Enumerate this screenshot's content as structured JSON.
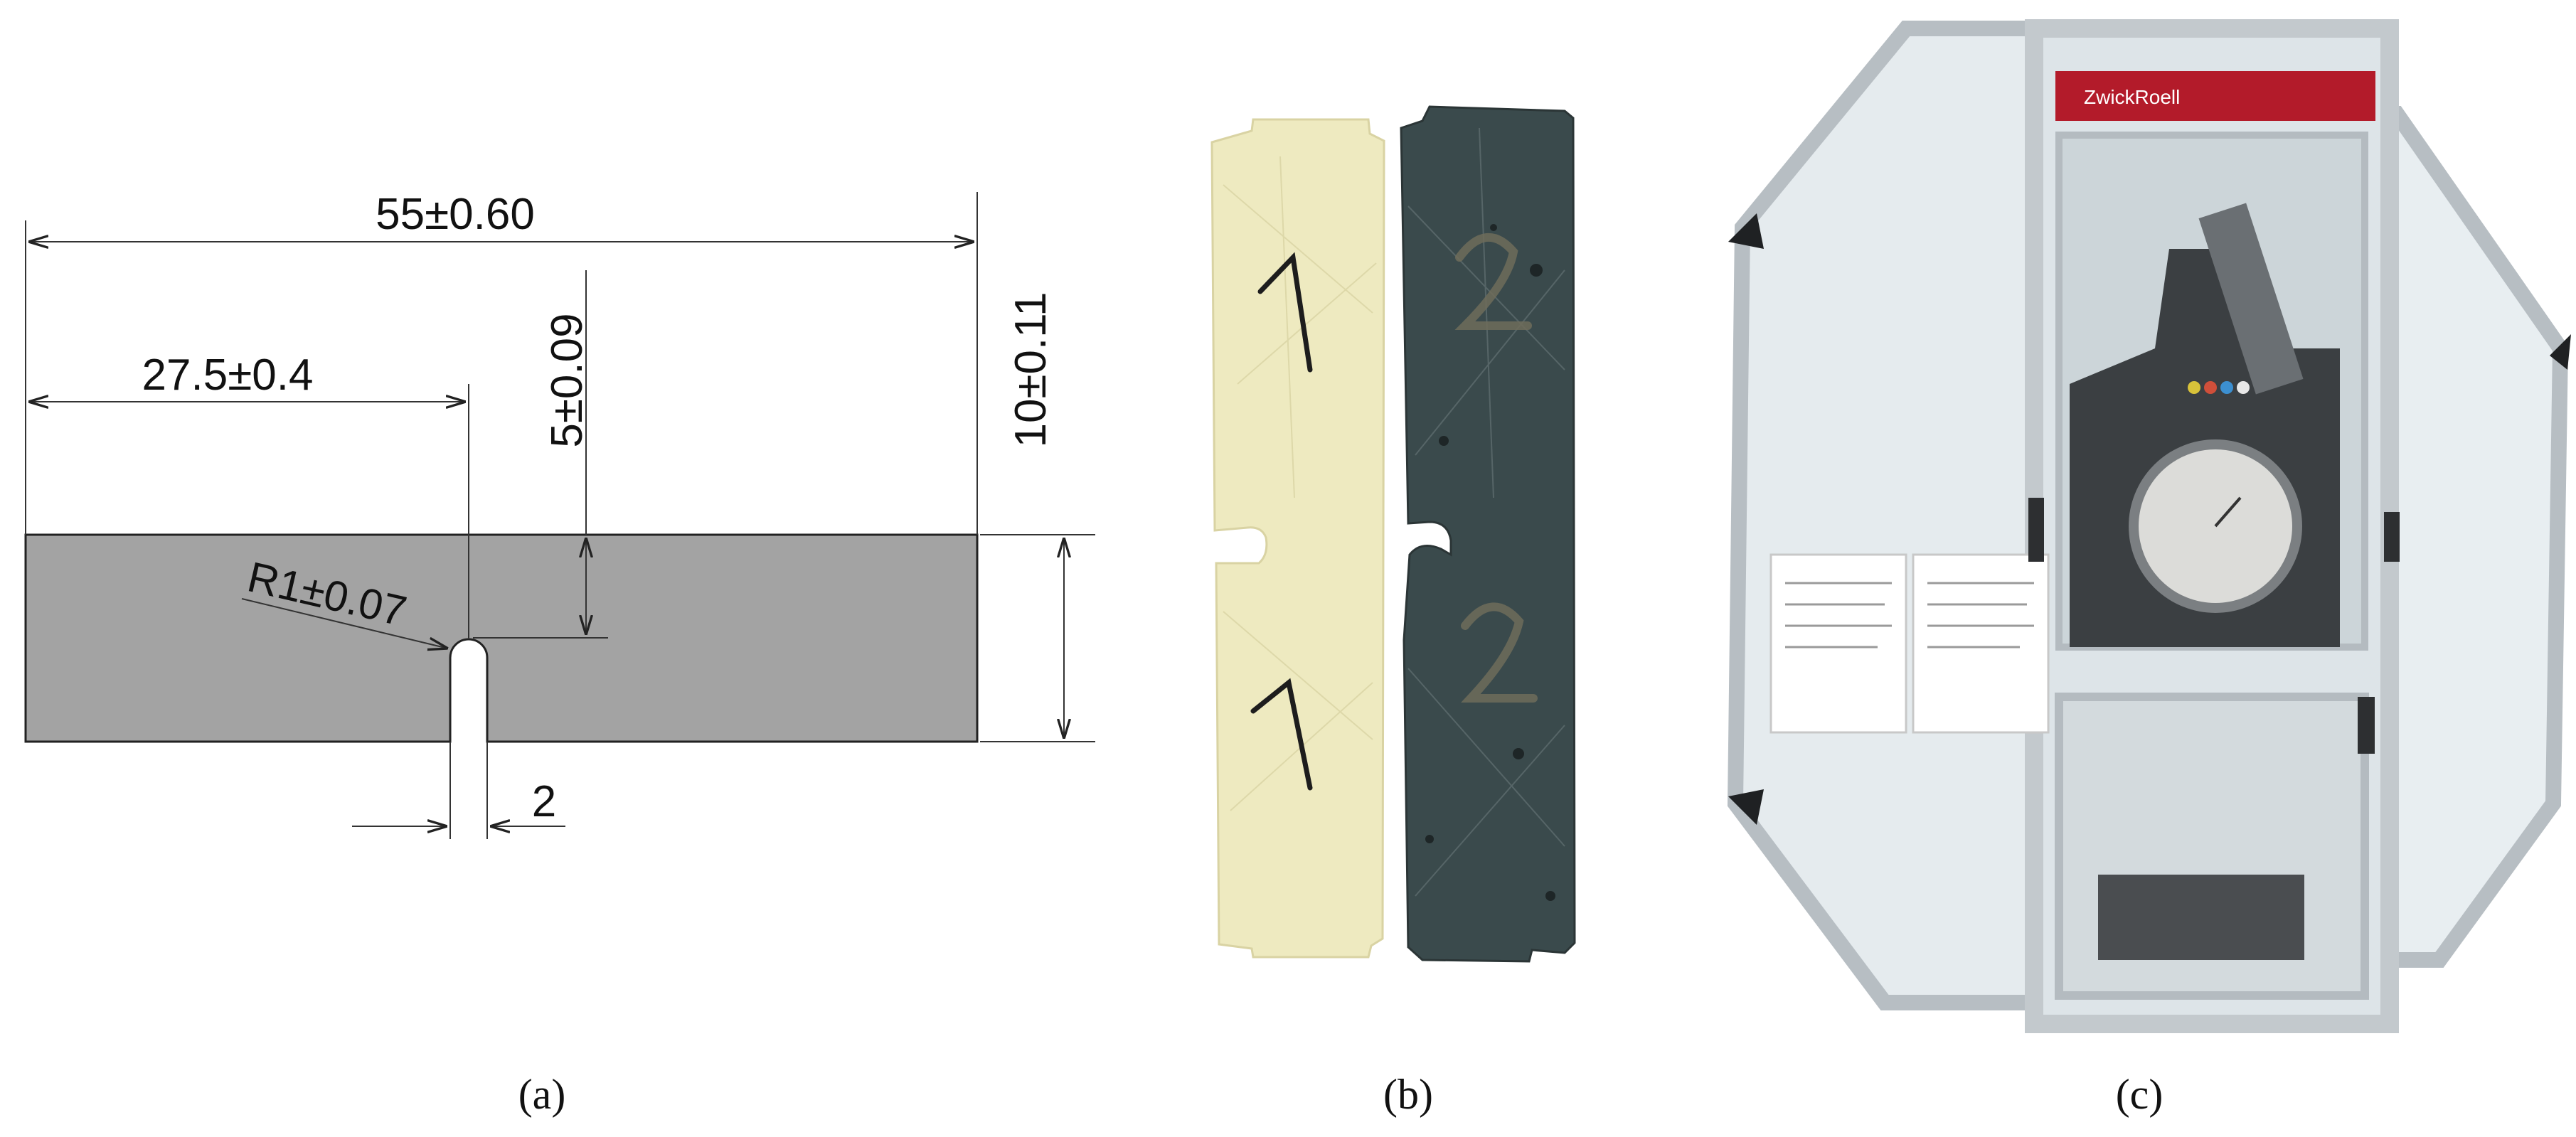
{
  "panel_a": {
    "caption": "(a)",
    "dims": {
      "overall_length": "55±0.60",
      "notch_position": "27.5±0.4",
      "notch_depth": "5±0.09",
      "height": "10±0.11",
      "radius": "R1±0.07",
      "notch_width": "2"
    },
    "colors": {
      "specimen_fill": "#a3a3a3",
      "outline": "#222222"
    }
  },
  "panel_b": {
    "caption": "(b)",
    "specimen_1_marks": [
      "1",
      "1"
    ],
    "specimen_2_marks": [
      "2",
      "2"
    ],
    "colors": {
      "specimen_1": "#eeeac0",
      "specimen_2": "#3a4a4c"
    }
  },
  "panel_c": {
    "caption": "(c)",
    "brand_label": "ZwickRoell",
    "colors": {
      "frame": "#c9ced2",
      "glass": "#dfe6ea",
      "brand_band": "#b31b2a"
    }
  }
}
